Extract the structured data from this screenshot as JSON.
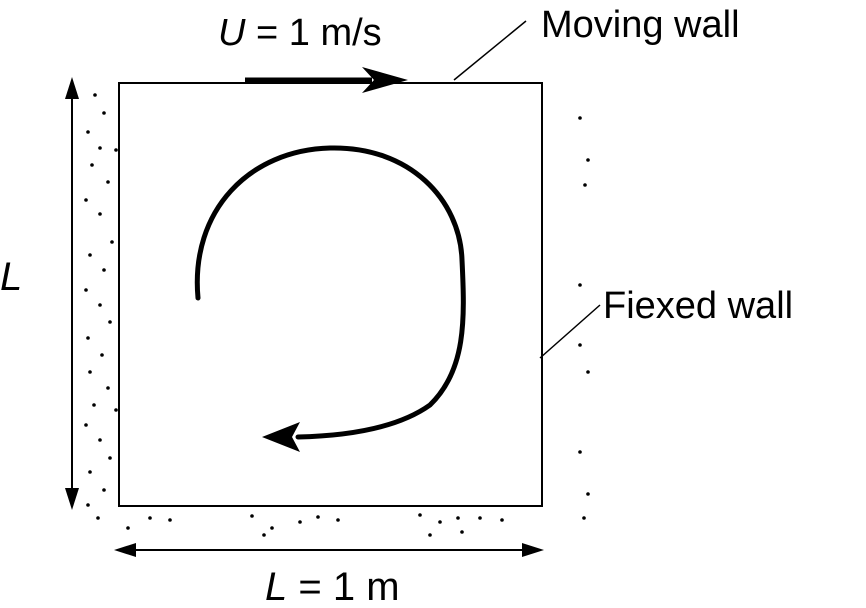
{
  "labels": {
    "velocity_symbol": "U",
    "velocity_rest": " = 1 m/s",
    "moving_wall": "Moving wall",
    "fixed_wall": "Fiexed wall",
    "height_symbol": "L",
    "width_symbol": "L",
    "width_rest": " = 1 m"
  },
  "colors": {
    "stroke": "#000000",
    "background": "#ffffff"
  }
}
